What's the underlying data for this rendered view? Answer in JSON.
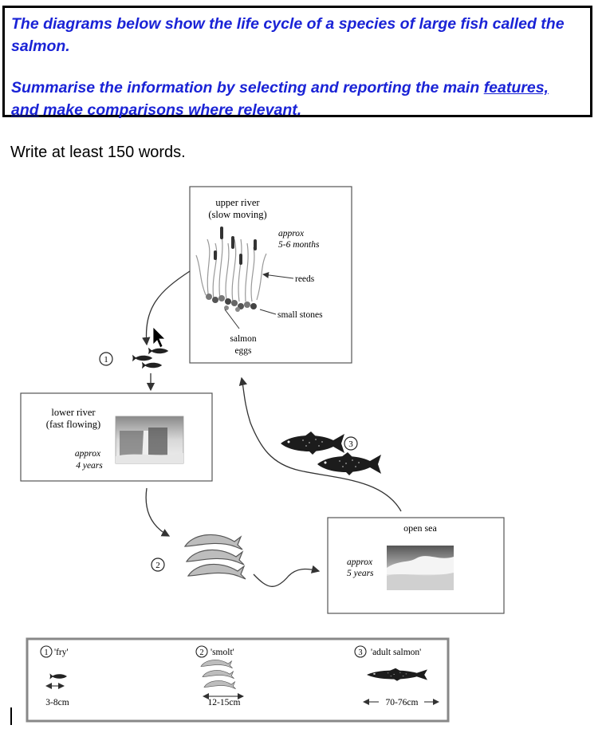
{
  "prompt": {
    "line1": "The diagrams below show the life cycle of a species of large fish called the salmon.",
    "line2_a": "Summarise the information by selecting and reporting the main ",
    "line2_link1": "features,",
    "line2_link2": "and",
    "line2_b": " make comparisons where relevant."
  },
  "instruction": "Write at least 150 words.",
  "diagram": {
    "upper_river": {
      "title1": "upper river",
      "title2": "(slow moving)",
      "approx1": "approx",
      "approx2": "5-6 months",
      "reeds": "reeds",
      "stones": "small stones",
      "eggs1": "salmon",
      "eggs2": "eggs"
    },
    "lower_river": {
      "title1": "lower river",
      "title2": "(fast flowing)",
      "approx1": "approx",
      "approx2": "4 years"
    },
    "open_sea": {
      "title": "open sea",
      "approx1": "approx",
      "approx2": "5 years"
    },
    "stage_marker_1": "1",
    "stage_marker_2": "2",
    "stage_marker_3": "3"
  },
  "legend": {
    "items": [
      {
        "num": "1",
        "label": "'fry'",
        "size": "3-8cm"
      },
      {
        "num": "2",
        "label": "'smolt'",
        "size": "12-15cm"
      },
      {
        "num": "3",
        "label": "'adult salmon'",
        "size": "70-76cm"
      }
    ]
  }
}
